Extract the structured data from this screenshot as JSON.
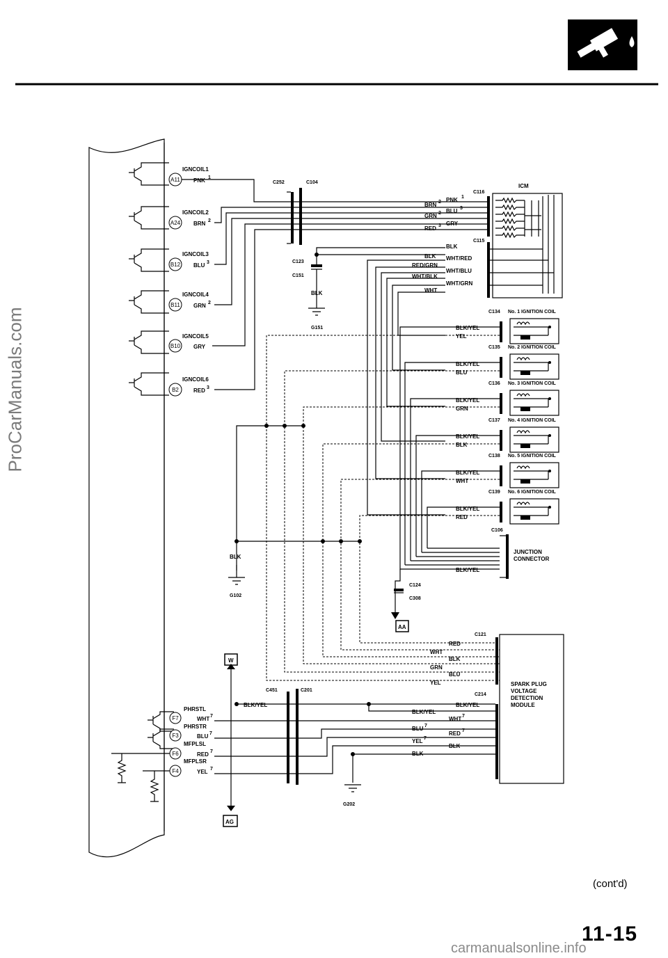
{
  "page": {
    "number": "11-15",
    "continued": "(cont'd)"
  },
  "watermarks": {
    "side": "ProCarManuals.com",
    "bottom": "carmanualsonline.info"
  },
  "ecm_pins": [
    {
      "id": "A11",
      "signal": "IGNCOIL1",
      "color": "PNK",
      "note": "1"
    },
    {
      "id": "A24",
      "signal": "IGNCOIL2",
      "color": "BRN",
      "note": "2"
    },
    {
      "id": "B12",
      "signal": "IGNCOIL3",
      "color": "BLU",
      "note": "3"
    },
    {
      "id": "B11",
      "signal": "IGNCOIL4",
      "color": "GRN",
      "note": "2"
    },
    {
      "id": "B10",
      "signal": "IGNCOIL5",
      "color": "GRY",
      "note": ""
    },
    {
      "id": "B2",
      "signal": "IGNCOIL6",
      "color": "RED",
      "note": "3"
    },
    {
      "id": "F7",
      "signal": "PHRSTL",
      "color": "WHT",
      "note": "7"
    },
    {
      "id": "F3",
      "signal": "PHRSTR",
      "color": "BLU",
      "note": "7"
    },
    {
      "id": "F6",
      "signal": "MFPLSL",
      "color": "RED",
      "note": "7"
    },
    {
      "id": "F4",
      "signal": "MFPLSR",
      "color": "YEL",
      "note": "7"
    }
  ],
  "connectors": {
    "c252": "C252",
    "c104": "C104",
    "c116": "C116",
    "c115": "C115",
    "c123": "C123",
    "c151": "C151",
    "c134": "C134",
    "c135": "C135",
    "c136": "C136",
    "c137": "C137",
    "c138": "C138",
    "c139": "C139",
    "c106": "C106",
    "c124": "C124",
    "c308": "C308",
    "c121": "C121",
    "c214": "C214",
    "c451": "C451",
    "c201": "C201"
  },
  "grounds": {
    "g151": "G151",
    "g102": "G102",
    "g202": "G202"
  },
  "icm": {
    "title": "ICM",
    "c104_wires": [
      {
        "color": "BRN",
        "note": "2"
      },
      {
        "color": "GRN",
        "note": "2"
      },
      {
        "color": "RED",
        "note": "3"
      }
    ],
    "c116_wires": [
      {
        "color": "PNK",
        "note": "1"
      },
      {
        "color": "BLU",
        "note": "3"
      },
      {
        "color": "GRY",
        "note": ""
      }
    ],
    "c115_in": [
      "BLK",
      "RED/GRN",
      "WHT/BLK"
    ],
    "c115_out": [
      "BLK",
      "WHT/RED",
      "WHT/BLU",
      "WHT/GRN",
      "WHT"
    ]
  },
  "c123_wire": "BLK",
  "g102_wire": "BLK",
  "coils": [
    {
      "name": "No. 1 IGNITION COIL",
      "power": "BLK/YEL",
      "signal": "YEL"
    },
    {
      "name": "No. 2 IGNITION COIL",
      "power": "BLK/YEL",
      "signal": "BLU"
    },
    {
      "name": "No. 3 IGNITION COIL",
      "power": "BLK/YEL",
      "signal": "GRN"
    },
    {
      "name": "No. 4 IGNITION COIL",
      "power": "BLK/YEL",
      "signal": "BLK"
    },
    {
      "name": "No. 5 IGNITION COIL",
      "power": "BLK/YEL",
      "signal": "WHT"
    },
    {
      "name": "No. 6 IGNITION COIL",
      "power": "BLK/YEL",
      "signal": "RED"
    }
  ],
  "junction": {
    "title_1": "JUNCTION",
    "title_2": "CONNECTOR",
    "wire": "BLK/YEL"
  },
  "references": {
    "aa": "AA",
    "w": "W",
    "ag": "AG"
  },
  "spark_module": {
    "title": [
      "SPARK PLUG",
      "VOLTAGE",
      "DETECTION",
      "MODULE"
    ],
    "c121_wires": [
      "RED",
      "WHT",
      "BLK",
      "GRN",
      "BLU",
      "YEL"
    ],
    "c214_in": [
      {
        "color": "BLK/YEL",
        "note": ""
      },
      {
        "color": "BLK/YEL",
        "note": ""
      },
      {
        "color": "BLU",
        "note": "7"
      },
      {
        "color": "YEL",
        "note": "7"
      },
      {
        "color": "BLK",
        "note": ""
      }
    ],
    "c214_out": [
      {
        "color": "BLK/YEL",
        "note": ""
      },
      {
        "color": "WHT",
        "note": "7"
      },
      {
        "color": "RED",
        "note": "7"
      },
      {
        "color": "BLK",
        "note": ""
      }
    ]
  }
}
